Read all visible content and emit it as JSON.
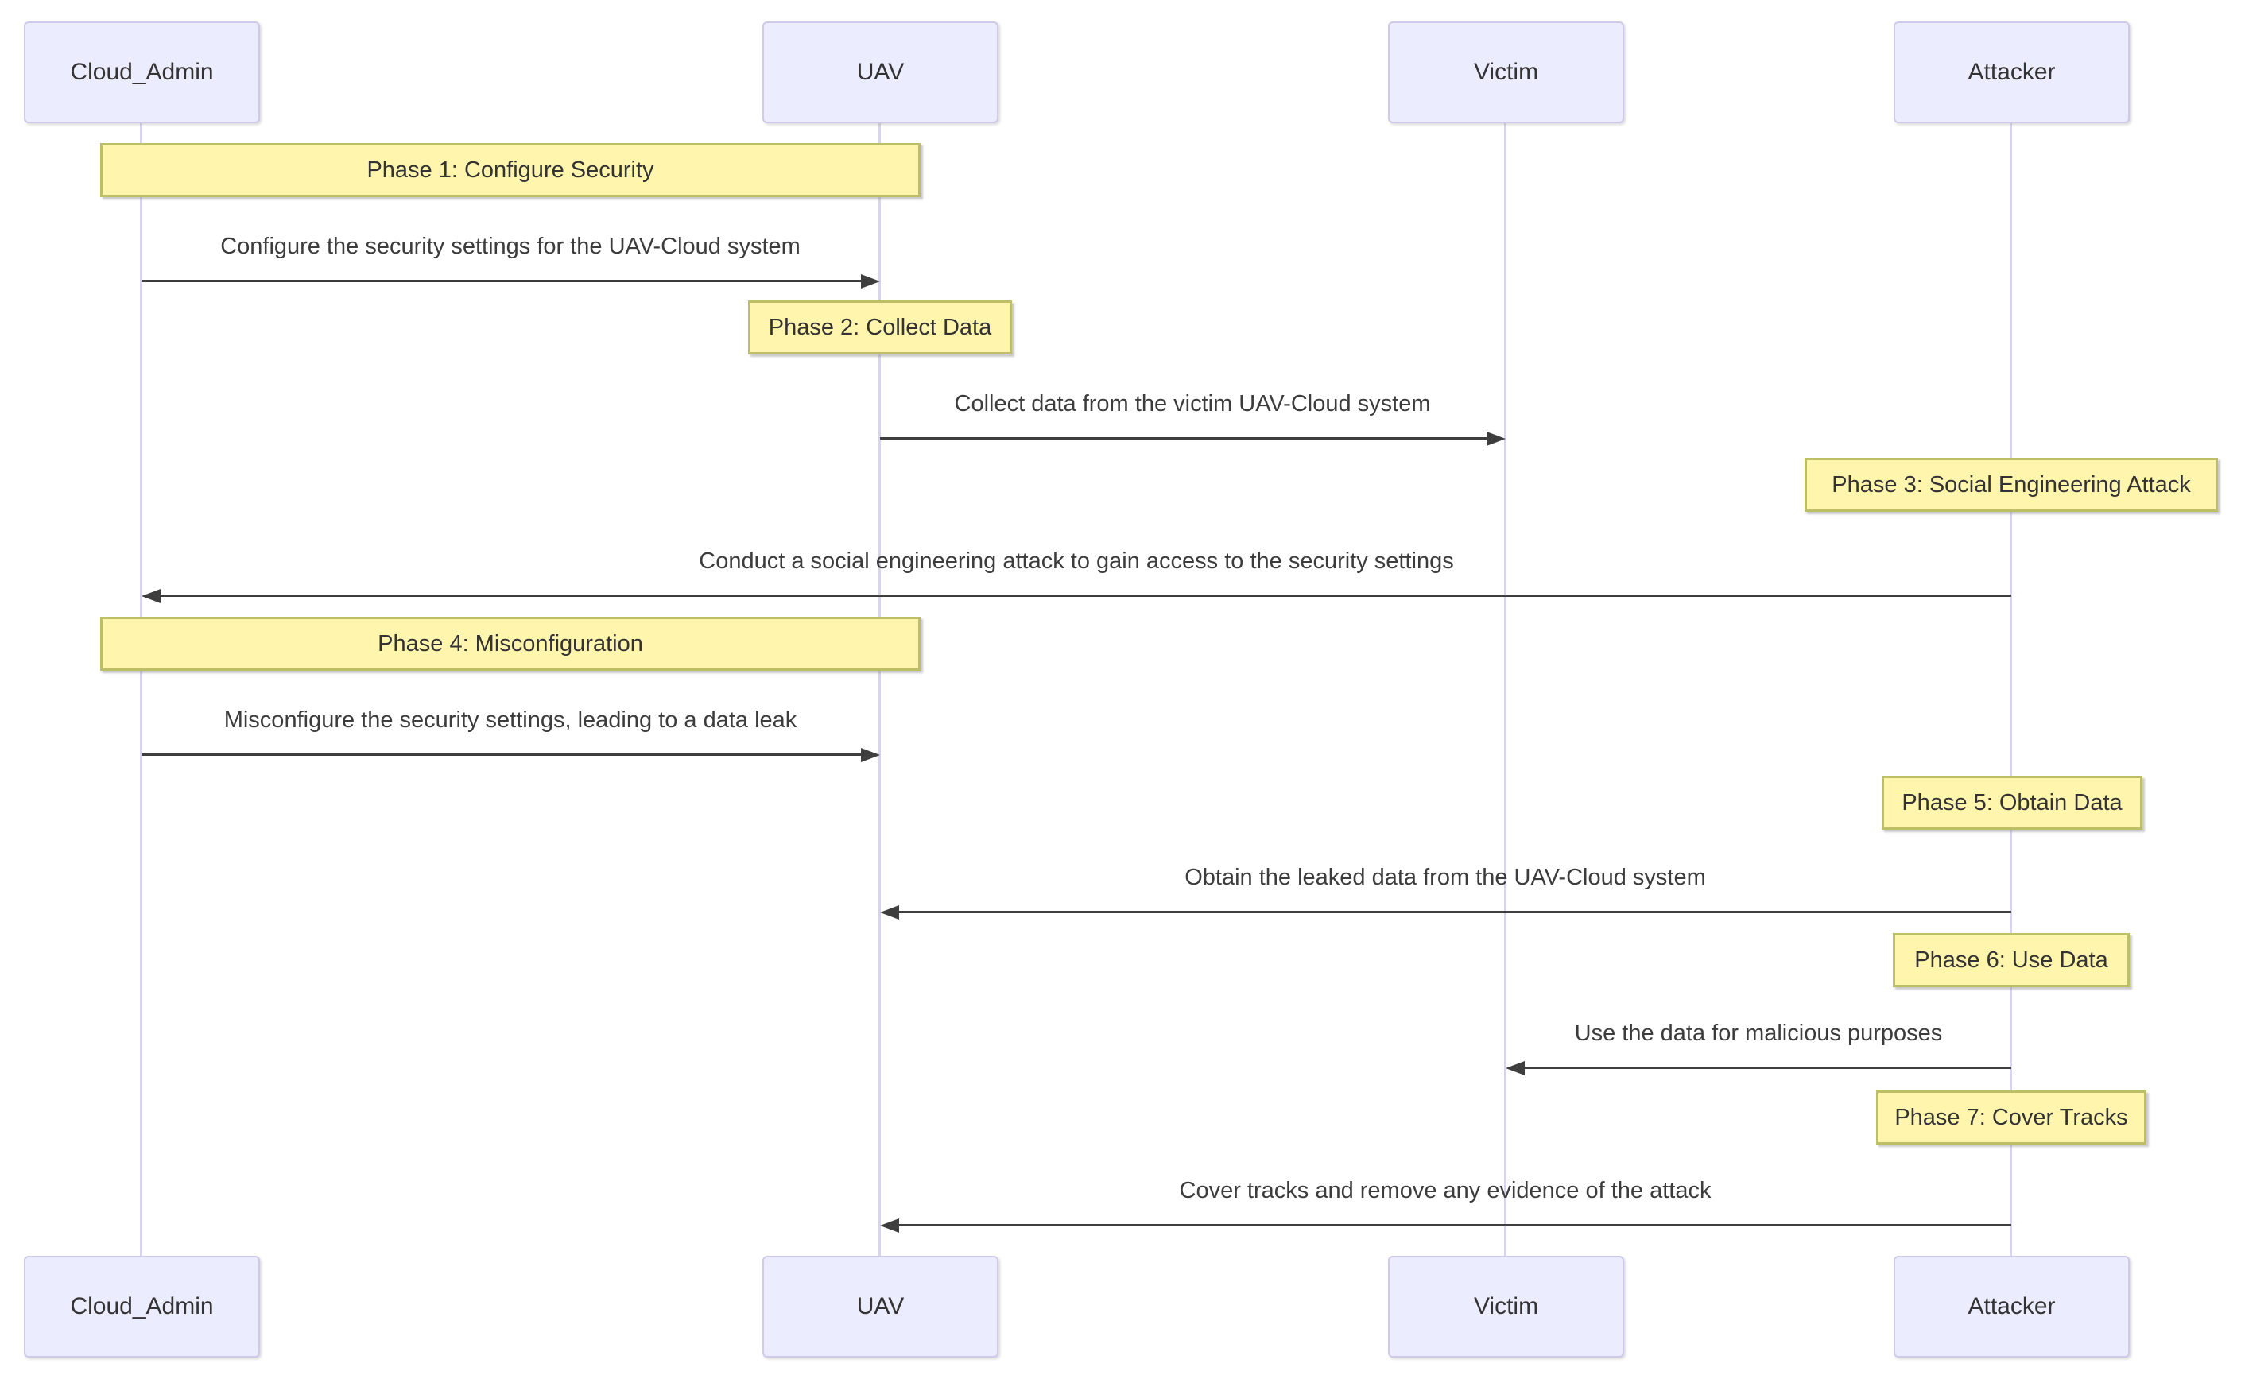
{
  "diagram": {
    "kind": "sequence-diagram",
    "actors": [
      {
        "id": "cloud-admin",
        "label": "Cloud_Admin"
      },
      {
        "id": "uav",
        "label": "UAV"
      },
      {
        "id": "victim",
        "label": "Victim"
      },
      {
        "id": "attacker",
        "label": "Attacker"
      }
    ],
    "notes": [
      {
        "id": "phase-1",
        "label": "Phase 1: Configure Security",
        "over": "Cloud_Admin, UAV"
      },
      {
        "id": "phase-2",
        "label": "Phase 2: Collect Data",
        "over": "UAV"
      },
      {
        "id": "phase-3",
        "label": "Phase 3: Social Engineering Attack",
        "over": "Attacker"
      },
      {
        "id": "phase-4",
        "label": "Phase 4: Misconfiguration",
        "over": "Cloud_Admin, UAV"
      },
      {
        "id": "phase-5",
        "label": "Phase 5: Obtain Data",
        "over": "Attacker"
      },
      {
        "id": "phase-6",
        "label": "Phase 6: Use Data",
        "over": "Attacker"
      },
      {
        "id": "phase-7",
        "label": "Phase 7: Cover Tracks",
        "over": "Attacker"
      }
    ],
    "messages": [
      {
        "from": "Cloud_Admin",
        "to": "UAV",
        "label": "Configure the security settings for the UAV-Cloud system"
      },
      {
        "from": "UAV",
        "to": "Victim",
        "label": "Collect data from the victim UAV-Cloud system"
      },
      {
        "from": "Attacker",
        "to": "Cloud_Admin",
        "label": "Conduct a social engineering attack to gain access to the security settings"
      },
      {
        "from": "Cloud_Admin",
        "to": "UAV",
        "label": "Misconfigure the security settings, leading to a data leak"
      },
      {
        "from": "Attacker",
        "to": "UAV",
        "label": "Obtain the leaked data from the UAV-Cloud system"
      },
      {
        "from": "Attacker",
        "to": "Victim",
        "label": "Use the data for malicious purposes"
      },
      {
        "from": "Attacker",
        "to": "UAV",
        "label": "Cover tracks and remove any evidence of the attack"
      }
    ],
    "colors": {
      "background": "#FFFFFF",
      "actor_fill": "#ECECFF",
      "actor_border": "#CFC9EA",
      "lifeline": "#D8D3EE",
      "note_fill": "#FFF5AD",
      "note_border": "#BDBF66",
      "message_line": "#3E3E3E",
      "text": "#333333"
    }
  }
}
